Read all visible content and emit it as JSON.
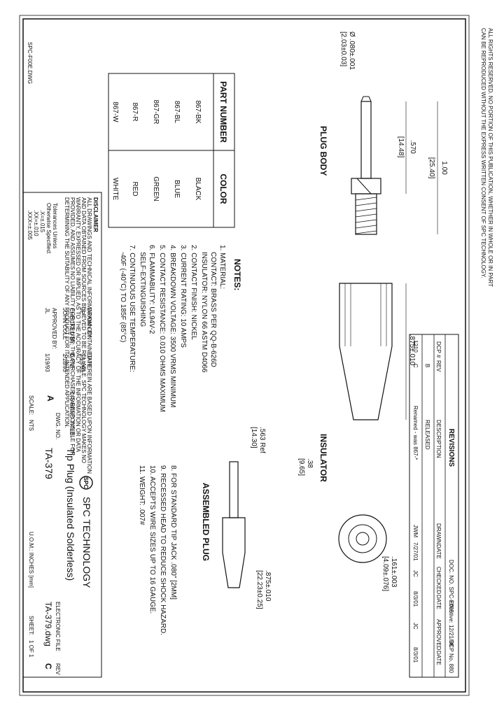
{
  "copyright": [
    "ALL RIGHTS RESERVED. NO PORTION OF THIS PUBLICATION, WHETHER IN WHOLE OR IN PART",
    "CAN BE REPRODUCED WITHOUT THE EXPRESS WRITTEN CONSENT OF SPC TECHNOLOGY."
  ],
  "edge_label": "SPC-F00E.DWG",
  "dimensions": {
    "pin_dia": "Ø .080±.001",
    "pin_dia_mm": "[2.03±0.03]",
    "plug_len": ".570",
    "plug_len_mm": "[14.48]",
    "total_len": "1.00",
    "total_len_mm": "[25.40]",
    "insulator_len": ".875±.010",
    "ref_len": ".563 Ref",
    "ref_len_mm": "[14.30]",
    "head_dia": ".38",
    "head_dia_mm": "[9.65]",
    "hole_dia": ".161±.003",
    "hole_dia_mm": "[4.09±.076]",
    "assembled_len": ".875±.010",
    "assembled_len_mm": "[22.23±0.25]"
  },
  "labels": {
    "plug_body": "PLUG BODY",
    "insulator": "INSULATOR",
    "assembled": "ASSEMBLED PLUG"
  },
  "parts": {
    "header": {
      "part": "PART NUMBER",
      "color": "COLOR"
    },
    "rows": [
      {
        "part": "867-BK",
        "color": "BLACK"
      },
      {
        "part": "867-BL",
        "color": "BLUE"
      },
      {
        "part": "867-GR",
        "color": "GREEN"
      },
      {
        "part": "867-R",
        "color": "RED"
      },
      {
        "part": "867-W",
        "color": "WHITE"
      }
    ]
  },
  "notes": {
    "title": "NOTES:",
    "lines": [
      {
        "n": "1.",
        "t": "MATERIAL:"
      },
      {
        "n": "",
        "t": "    CONTACT:  BRASS PER QQ-B-626D"
      },
      {
        "n": "",
        "t": "    INSULATOR:  NYLON 66 ASTM D4066"
      },
      {
        "n": "2.",
        "t": "CONTACT FINISH:  NICKEL"
      },
      {
        "n": "3.",
        "t": "CURRENT RATING:  10 AMPS"
      },
      {
        "n": "4.",
        "t": "BREAKDOWN VOLTAGE:  3500 VRMS MINIMUM"
      },
      {
        "n": "5.",
        "t": "CONTACT RESISTANCE:  0.010 OHMS MAXIMUM"
      },
      {
        "n": "6.",
        "t": "FLAMMABILITY:  UL94V-2"
      },
      {
        "n": "",
        "t": "    SELF-EXTINGUISHING"
      },
      {
        "n": "7.",
        "t": "CONTINUOUS USE TEMPERATURE:"
      },
      {
        "n": "",
        "t": "    -40F (-40°C) TO 185F (85°C)"
      }
    ],
    "lines2": [
      {
        "n": "8.",
        "t": "FOR STANDARD TIP JACK .080\" [2MM]"
      },
      {
        "n": "9.",
        "t": "RECESSED HEAD TO REDUCE SHOCK HAZARD."
      },
      {
        "n": "10.",
        "t": "ACCEPTS WIRE SIZES UP TO 16 GAUGE."
      },
      {
        "n": "11.",
        "t": "WEIGHT:  .007#"
      }
    ]
  },
  "revisions": {
    "title": "REVISIONS",
    "doc_no": "DOC. NO. SPC-F005",
    "effective": "Effective: 12/21/98",
    "dcp_no": "DCP No. 880",
    "headers": [
      "DCP #",
      "REV",
      "DESCRIPTION",
      "DRAWN",
      "DATE",
      "CHECKED",
      "DATE",
      "APPROVED",
      "DATE"
    ],
    "rows": [
      [
        "",
        "B",
        "RELEASED",
        "",
        "",
        "",
        "",
        "",
        ""
      ],
      [
        "1210",
        "C",
        "Renamed - was 867-*",
        "JWM",
        "7/27/01",
        "JC",
        "8/3/01",
        "JC",
        "8/3/01"
      ]
    ]
  },
  "disclaimer": {
    "title": "DISCLAIMER",
    "lines": [
      "ALL DRAWINGS AND TECHNICAL INFORMATION CONTAINED HEREIN ARE BASED UPON INFORMATION",
      "AND DATA OBTAINED FROM SOURCES BELIEVED TO BE RELIABLE. SPC TECHNOLOGY MAKES NO",
      "WARRANTY, EXPRESSED OR IMPLIED, AS TO THE ACCURACY OF THE INFORMATION OR DATA",
      "PROVIDED, AND ASSUMES NO LIABILITY FOR ITS USE. THE PURCHASER IS RESPONSIBLE FOR",
      "DETERMINING THE SUITABILITY OF ANY PRODUCT FOR ITS INTENDED APPLICATION."
    ]
  },
  "tolerances": [
    "Tolerances Unless",
    "Otherwise Specified:",
    ".X=±.015",
    ".XX=±.010",
    ".XXX=±.005"
  ],
  "titleblock": {
    "drawn_by_label": "DRAWN BY:",
    "drawn_by": "JP",
    "drawn_date_label": "DATE:",
    "drawn_date": "1/15/93",
    "checked_by_label": "CHECKED BY:",
    "checked_by": "JOHN COLE",
    "checked_date_label": "DATE:",
    "checked_date": "1/18/93",
    "approved_by_label": "APPROVED BY:",
    "approved_by": "JL",
    "approved_date": "1/19/93",
    "company": "SPC TECHNOLOGY",
    "logo": "SPC",
    "drawing_title_label": "DRAWING TITLE:",
    "drawing_title": "Tip Plug (Insulated Solderless)",
    "size": "A",
    "dwg_no_label": "DWG. NO.",
    "dwg_no": "TA-379",
    "electronic_file_label": "ELECTRONIC FILE",
    "electronic_file": "TA-379.dwg",
    "rev_label": "REV",
    "rev": "C",
    "scale_label": "SCALE:",
    "scale": "NTS",
    "uom": "U.O.M.: INCHES [mm]",
    "sheet_label": "SHEET:",
    "sheet": "1   OF   1"
  },
  "colors": {
    "line": "#111111",
    "paper": "#ffffff"
  }
}
